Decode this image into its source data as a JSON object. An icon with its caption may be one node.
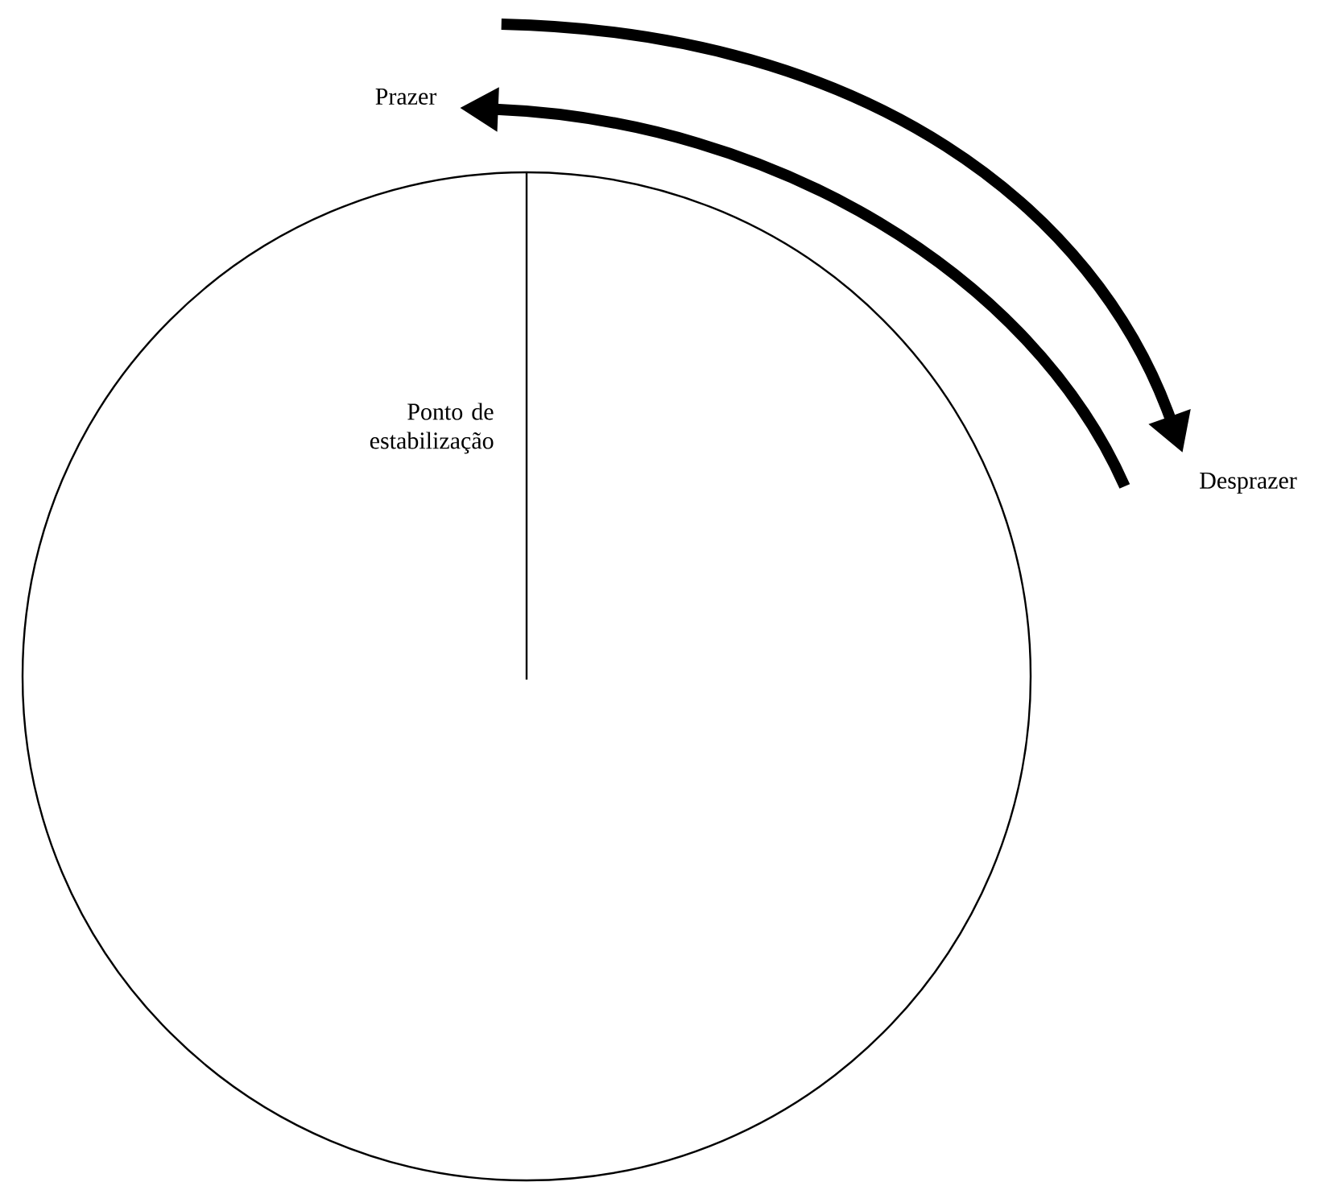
{
  "diagram": {
    "nodes": [
      {
        "text": [
          "Prazer"
        ]
      },
      {
        "text": [
          "Desprazer"
        ]
      }
    ],
    "edges": [
      {
        "from": 0,
        "to": 1,
        "arrow": "to"
      },
      {
        "from": 1,
        "to": 0,
        "arrow": "to"
      }
    ],
    "labels": [
      "Ponto de estabilização"
    ]
  }
}
